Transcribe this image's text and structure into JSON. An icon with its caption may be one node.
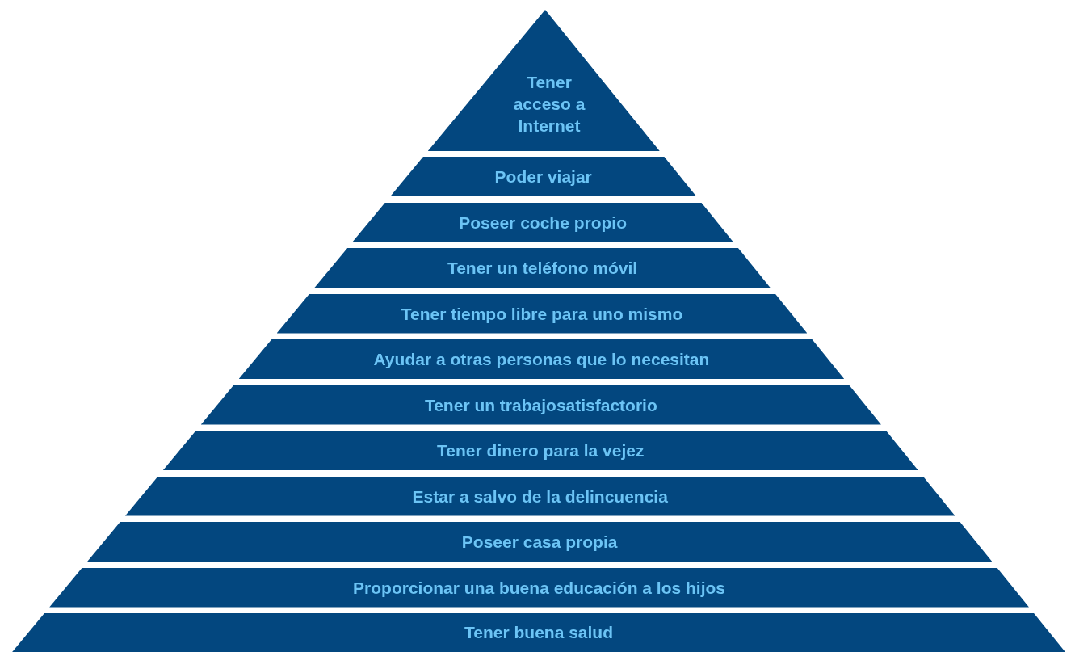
{
  "diagram": {
    "nodes": [
      {
        "text": [
          "Tener acceso a Internet"
        ]
      },
      {
        "text": [
          "Poder viajar"
        ]
      },
      {
        "text": [
          "Poseer coche propio"
        ]
      },
      {
        "text": [
          "Tener un teléfono móvil"
        ]
      },
      {
        "text": [
          "Tener tiempo libre para uno mismo"
        ]
      },
      {
        "text": [
          "Ayudar a otras personas que lo necesitan"
        ]
      },
      {
        "text": [
          "Tener un trabajosatisfactorio"
        ]
      },
      {
        "text": [
          "Tener dinero para la vejez"
        ]
      },
      {
        "text": [
          "Estar a salvo de la delincuencia"
        ]
      },
      {
        "text": [
          "Poseer casa propia"
        ]
      },
      {
        "text": [
          "Proporcionar una buena educación a los hijos"
        ]
      },
      {
        "text": [
          "Tener buena salud"
        ]
      }
    ]
  }
}
